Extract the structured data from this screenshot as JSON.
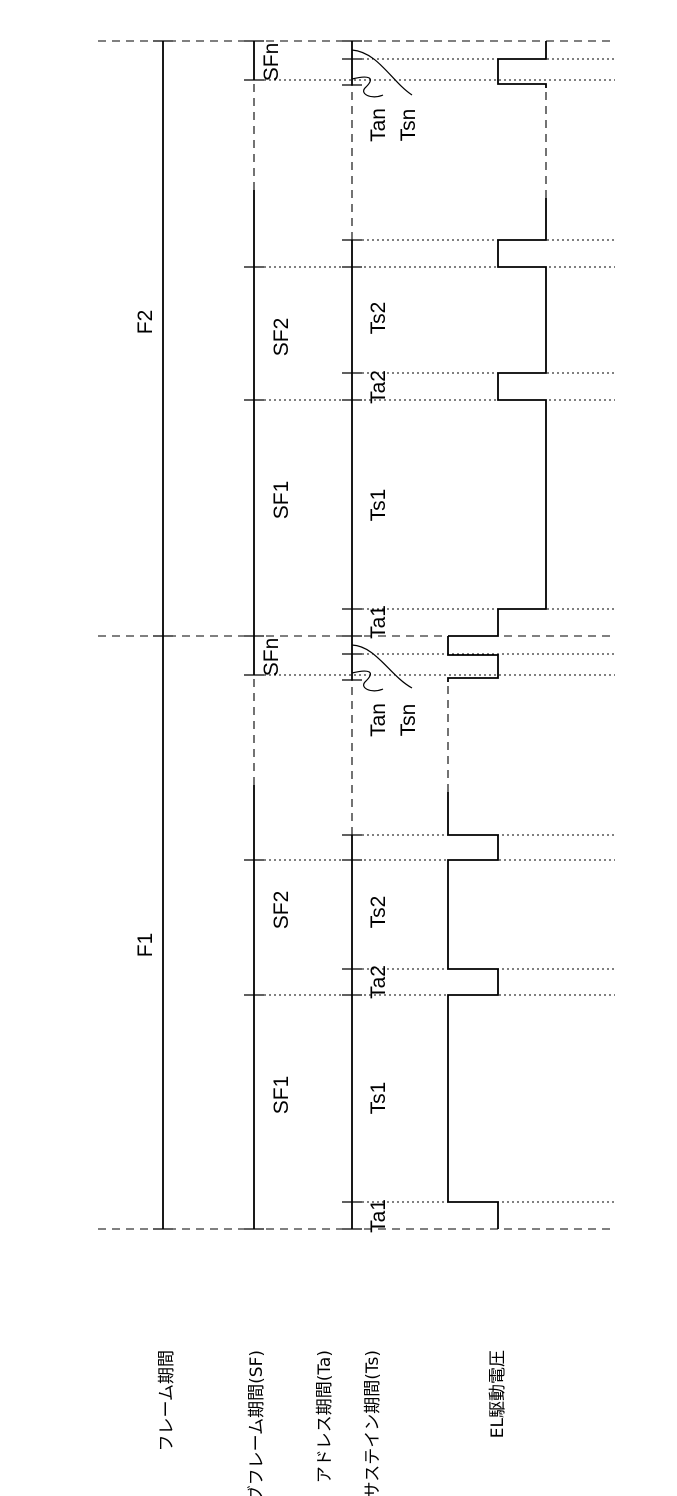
{
  "rows": {
    "frame": "フレーム期間",
    "subframe": "サブフレーム期間(SF)",
    "address": "アドレス期間(Ta)",
    "sustain": "サステイン期間(Ts)",
    "el_voltage": "EL駆動電圧"
  },
  "frames": {
    "f1": "F1",
    "f2": "F2"
  },
  "subframes": {
    "f1_sf1": "SF1",
    "f1_sf2": "SF2",
    "f1_sfn": "SFn",
    "f2_sf1": "SF1",
    "f2_sf2": "SF2",
    "f2_sfn": "SFn"
  },
  "periods": {
    "f1_ta1": "Ta1",
    "f1_ts1": "Ts1",
    "f1_ta2": "Ta2",
    "f1_ts2": "Ts2",
    "f1_tan": "Tan",
    "f1_tsn": "Tsn",
    "f2_ta1": "Ta1",
    "f2_ts1": "Ts1",
    "f2_ta2": "Ta2",
    "f2_ts2": "Ts2",
    "f2_tan": "Tan",
    "f2_tsn": "Tsn"
  }
}
